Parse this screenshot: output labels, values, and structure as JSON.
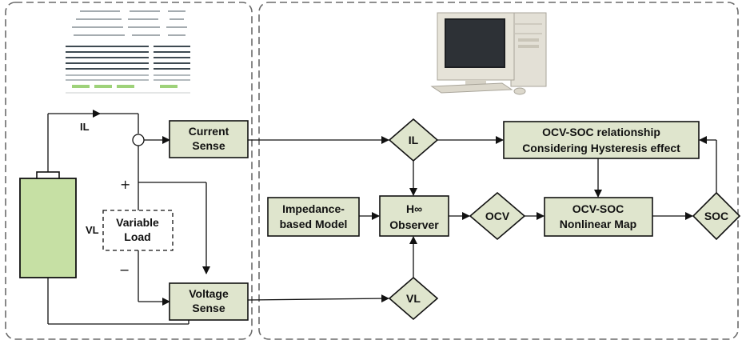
{
  "blocks": {
    "current_sense": [
      "Current",
      "Sense"
    ],
    "voltage_sense": [
      "Voltage",
      "Sense"
    ],
    "impedance_model": [
      "Impedance-",
      "based Model"
    ],
    "observer": [
      "H∞",
      "Observer"
    ],
    "ocv_soc_relationship": [
      "OCV-SOC relationship",
      "Considering Hysteresis effect"
    ],
    "ocv_soc_map": [
      "OCV-SOC",
      "Nonlinear Map"
    ],
    "variable_load": [
      "Variable",
      "Load"
    ]
  },
  "diamonds": {
    "il": "IL",
    "vl": "VL",
    "ocv": "OCV",
    "soc": "SOC"
  },
  "circuit_labels": {
    "current": "IL",
    "voltage": "VL",
    "plus": "+",
    "minus": "−"
  },
  "colors": {
    "block_fill": "#dfe5cd",
    "battery_fill": "#c6e0a4",
    "border": "#111111",
    "panel_border": "#6a6a6a"
  },
  "icons": {
    "device_image": "battery-tester-icon",
    "computer_image": "desktop-computer-icon"
  }
}
